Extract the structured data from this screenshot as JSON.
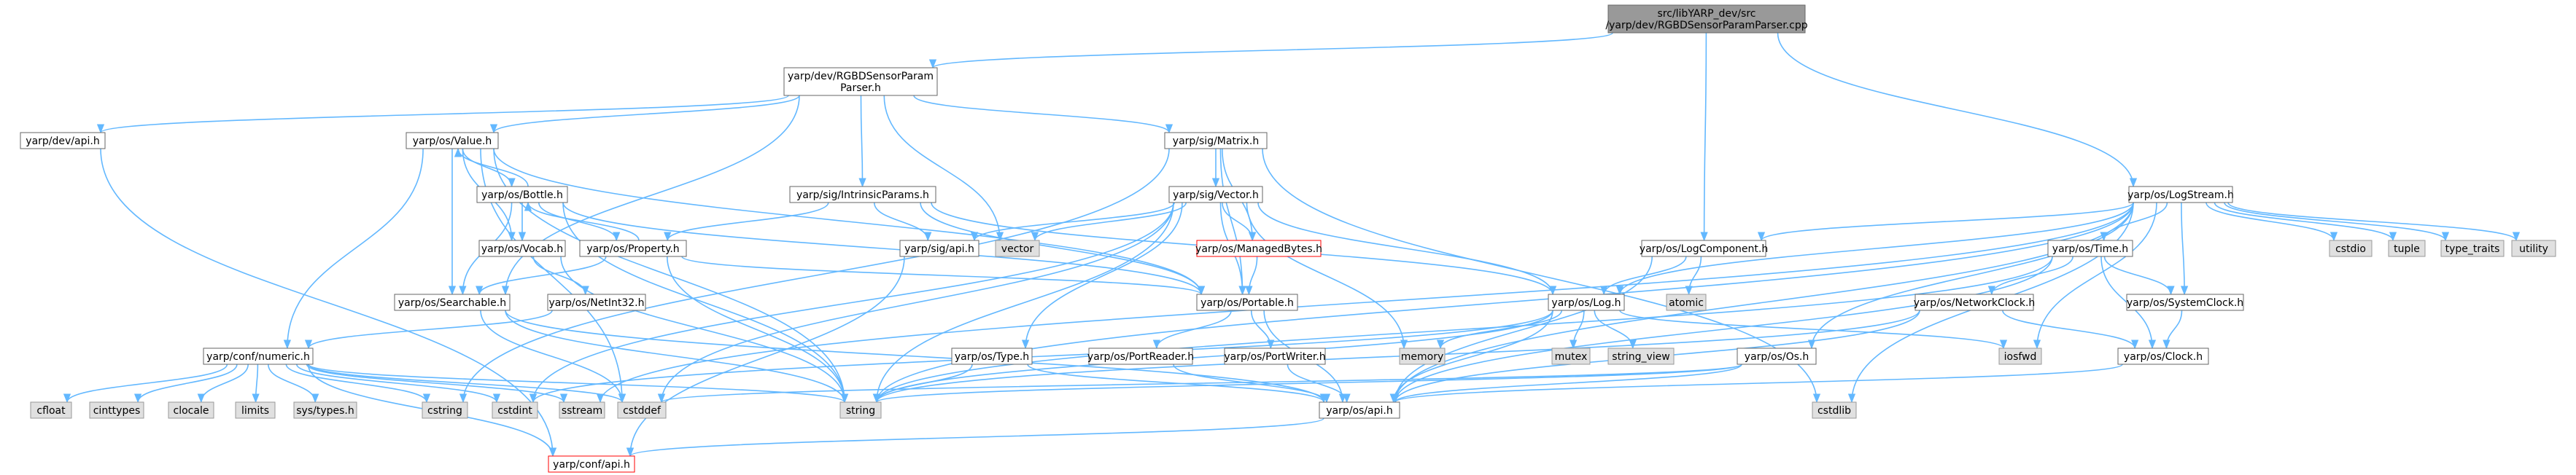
{
  "colors": {
    "edge": "#63b8ff",
    "node_fill": "#ffffff",
    "node_border": "#666666",
    "root_fill": "#999999",
    "system_fill": "#e0e0e0",
    "system_border": "#999999",
    "missing_border": "#ff0000"
  },
  "nodes": {
    "root": {
      "lines": [
        "src/libYARP_dev/src",
        "/yarp/dev/RGBDSensorParamParser.cpp"
      ],
      "style": "root"
    },
    "rgbd_h": {
      "lines": [
        "yarp/dev/RGBDSensorParam",
        "Parser.h"
      ],
      "style": "normal"
    },
    "dev_api": {
      "lines": [
        "yarp/dev/api.h"
      ],
      "style": "normal"
    },
    "value": {
      "lines": [
        "yarp/os/Value.h"
      ],
      "style": "normal"
    },
    "bottle": {
      "lines": [
        "yarp/os/Bottle.h"
      ],
      "style": "normal"
    },
    "vocab": {
      "lines": [
        "yarp/os/Vocab.h"
      ],
      "style": "normal"
    },
    "property": {
      "lines": [
        "yarp/os/Property.h"
      ],
      "style": "normal"
    },
    "searchable": {
      "lines": [
        "yarp/os/Searchable.h"
      ],
      "style": "normal"
    },
    "netint": {
      "lines": [
        "yarp/os/NetInt32.h"
      ],
      "style": "normal"
    },
    "numeric": {
      "lines": [
        "yarp/conf/numeric.h"
      ],
      "style": "normal"
    },
    "intrinsic": {
      "lines": [
        "yarp/sig/IntrinsicParams.h"
      ],
      "style": "normal"
    },
    "matrix": {
      "lines": [
        "yarp/sig/Matrix.h"
      ],
      "style": "normal"
    },
    "vector_h": {
      "lines": [
        "yarp/sig/Vector.h"
      ],
      "style": "normal"
    },
    "sig_api": {
      "lines": [
        "yarp/sig/api.h"
      ],
      "style": "normal"
    },
    "managed": {
      "lines": [
        "yarp/os/ManagedBytes.h"
      ],
      "style": "missing"
    },
    "portable": {
      "lines": [
        "yarp/os/Portable.h"
      ],
      "style": "normal"
    },
    "type": {
      "lines": [
        "yarp/os/Type.h"
      ],
      "style": "normal"
    },
    "portreader": {
      "lines": [
        "yarp/os/PortReader.h"
      ],
      "style": "normal"
    },
    "portwriter": {
      "lines": [
        "yarp/os/PortWriter.h"
      ],
      "style": "normal"
    },
    "os_api": {
      "lines": [
        "yarp/os/api.h"
      ],
      "style": "normal"
    },
    "conf_api": {
      "lines": [
        "yarp/conf/api.h"
      ],
      "style": "missing"
    },
    "logcomp": {
      "lines": [
        "yarp/os/LogComponent.h"
      ],
      "style": "normal"
    },
    "log": {
      "lines": [
        "yarp/os/Log.h"
      ],
      "style": "normal"
    },
    "logstream": {
      "lines": [
        "yarp/os/LogStream.h"
      ],
      "style": "normal"
    },
    "time": {
      "lines": [
        "yarp/os/Time.h"
      ],
      "style": "normal"
    },
    "netclock": {
      "lines": [
        "yarp/os/NetworkClock.h"
      ],
      "style": "normal"
    },
    "sysclock": {
      "lines": [
        "yarp/os/SystemClock.h"
      ],
      "style": "normal"
    },
    "clock": {
      "lines": [
        "yarp/os/Clock.h"
      ],
      "style": "normal"
    },
    "os_os": {
      "lines": [
        "yarp/os/Os.h"
      ],
      "style": "normal"
    },
    "vector": {
      "lines": [
        "vector"
      ],
      "style": "system"
    },
    "string": {
      "lines": [
        "string"
      ],
      "style": "system"
    },
    "cstddef": {
      "lines": [
        "cstddef"
      ],
      "style": "system"
    },
    "cstdint": {
      "lines": [
        "cstdint"
      ],
      "style": "system"
    },
    "cstring": {
      "lines": [
        "cstring"
      ],
      "style": "system"
    },
    "sstream": {
      "lines": [
        "sstream"
      ],
      "style": "system"
    },
    "cfloat": {
      "lines": [
        "cfloat"
      ],
      "style": "system"
    },
    "cinttypes": {
      "lines": [
        "cinttypes"
      ],
      "style": "system"
    },
    "clocale": {
      "lines": [
        "clocale"
      ],
      "style": "system"
    },
    "limits": {
      "lines": [
        "limits"
      ],
      "style": "system"
    },
    "systypes": {
      "lines": [
        "sys/types.h"
      ],
      "style": "system"
    },
    "memory": {
      "lines": [
        "memory"
      ],
      "style": "system"
    },
    "mutex": {
      "lines": [
        "mutex"
      ],
      "style": "system"
    },
    "string_view": {
      "lines": [
        "string_view"
      ],
      "style": "system"
    },
    "atomic": {
      "lines": [
        "atomic"
      ],
      "style": "system"
    },
    "iosfwd": {
      "lines": [
        "iosfwd"
      ],
      "style": "system"
    },
    "cstdlib": {
      "lines": [
        "cstdlib"
      ],
      "style": "system"
    },
    "cstdio": {
      "lines": [
        "cstdio"
      ],
      "style": "system"
    },
    "tuple": {
      "lines": [
        "tuple"
      ],
      "style": "system"
    },
    "type_traits": {
      "lines": [
        "type_traits"
      ],
      "style": "system"
    },
    "utility": {
      "lines": [
        "utility"
      ],
      "style": "system"
    }
  },
  "edges": [
    [
      "root",
      "rgbd_h"
    ],
    [
      "root",
      "logcomp"
    ],
    [
      "root",
      "logstream"
    ],
    [
      "rgbd_h",
      "dev_api"
    ],
    [
      "rgbd_h",
      "value"
    ],
    [
      "rgbd_h",
      "searchable"
    ],
    [
      "rgbd_h",
      "intrinsic"
    ],
    [
      "rgbd_h",
      "matrix"
    ],
    [
      "rgbd_h",
      "vector"
    ],
    [
      "dev_api",
      "conf_api"
    ],
    [
      "value",
      "bottle"
    ],
    [
      "value",
      "vocab"
    ],
    [
      "value",
      "searchable"
    ],
    [
      "value",
      "numeric"
    ],
    [
      "value",
      "portable"
    ],
    [
      "value",
      "cstddef"
    ],
    [
      "value",
      "string"
    ],
    [
      "bottle",
      "value"
    ],
    [
      "bottle",
      "vocab"
    ],
    [
      "bottle",
      "property"
    ],
    [
      "bottle",
      "searchable"
    ],
    [
      "bottle",
      "portable"
    ],
    [
      "bottle",
      "string"
    ],
    [
      "vocab",
      "netint"
    ],
    [
      "vocab",
      "string"
    ],
    [
      "netint",
      "numeric"
    ],
    [
      "property",
      "bottle"
    ],
    [
      "property",
      "searchable"
    ],
    [
      "property",
      "portable"
    ],
    [
      "property",
      "string"
    ],
    [
      "searchable",
      "os_api"
    ],
    [
      "searchable",
      "string"
    ],
    [
      "searchable",
      "cstddef"
    ],
    [
      "numeric",
      "conf_api"
    ],
    [
      "numeric",
      "cfloat"
    ],
    [
      "numeric",
      "cinttypes"
    ],
    [
      "numeric",
      "clocale"
    ],
    [
      "numeric",
      "limits"
    ],
    [
      "numeric",
      "systypes"
    ],
    [
      "numeric",
      "cstring"
    ],
    [
      "numeric",
      "cstdint"
    ],
    [
      "numeric",
      "sstream"
    ],
    [
      "numeric",
      "string"
    ],
    [
      "numeric",
      "cstddef"
    ],
    [
      "intrinsic",
      "property"
    ],
    [
      "intrinsic",
      "sig_api"
    ],
    [
      "intrinsic",
      "portable"
    ],
    [
      "intrinsic",
      "log"
    ],
    [
      "matrix",
      "vector_h"
    ],
    [
      "matrix",
      "managed"
    ],
    [
      "matrix",
      "portable"
    ],
    [
      "matrix",
      "cstdlib"
    ],
    [
      "matrix",
      "cstring"
    ],
    [
      "vector_h",
      "sig_api"
    ],
    [
      "vector_h",
      "vector"
    ],
    [
      "vector_h",
      "managed"
    ],
    [
      "vector_h",
      "portable"
    ],
    [
      "vector_h",
      "log"
    ],
    [
      "vector_h",
      "type"
    ],
    [
      "vector_h",
      "memory"
    ],
    [
      "vector_h",
      "string"
    ],
    [
      "vector_h",
      "cstdint"
    ],
    [
      "vector_h",
      "cstddef"
    ],
    [
      "sig_api",
      "conf_api"
    ],
    [
      "managed",
      "portable"
    ],
    [
      "portable",
      "portreader"
    ],
    [
      "portable",
      "portwriter"
    ],
    [
      "portable",
      "os_api"
    ],
    [
      "type",
      "os_api"
    ],
    [
      "type",
      "string"
    ],
    [
      "portreader",
      "os_api"
    ],
    [
      "portwriter",
      "os_api"
    ],
    [
      "os_api",
      "conf_api"
    ],
    [
      "logcomp",
      "log"
    ],
    [
      "logcomp",
      "atomic"
    ],
    [
      "logcomp",
      "os_api"
    ],
    [
      "log",
      "memory"
    ],
    [
      "log",
      "mutex"
    ],
    [
      "log",
      "string_view"
    ],
    [
      "log",
      "iosfwd"
    ],
    [
      "log",
      "os_api"
    ],
    [
      "log",
      "cstdint"
    ],
    [
      "log",
      "string"
    ],
    [
      "logstream",
      "logcomp"
    ],
    [
      "logstream",
      "log"
    ],
    [
      "logstream",
      "time"
    ],
    [
      "logstream",
      "sysclock"
    ],
    [
      "logstream",
      "os_os"
    ],
    [
      "logstream",
      "cstdio"
    ],
    [
      "logstream",
      "tuple"
    ],
    [
      "logstream",
      "type_traits"
    ],
    [
      "logstream",
      "utility"
    ],
    [
      "logstream",
      "iosfwd"
    ],
    [
      "logstream",
      "cstdlib"
    ],
    [
      "logstream",
      "os_api"
    ],
    [
      "logstream",
      "string"
    ],
    [
      "logstream",
      "sstream"
    ],
    [
      "time",
      "netclock"
    ],
    [
      "time",
      "sysclock"
    ],
    [
      "time",
      "clock"
    ],
    [
      "time",
      "os_api"
    ],
    [
      "time",
      "string"
    ],
    [
      "netclock",
      "clock"
    ],
    [
      "netclock",
      "os_api"
    ],
    [
      "netclock",
      "string"
    ],
    [
      "sysclock",
      "clock"
    ],
    [
      "clock",
      "os_api"
    ],
    [
      "os_os",
      "os_api"
    ],
    [
      "os_os",
      "string"
    ],
    [
      "os_os",
      "cstddef"
    ]
  ]
}
